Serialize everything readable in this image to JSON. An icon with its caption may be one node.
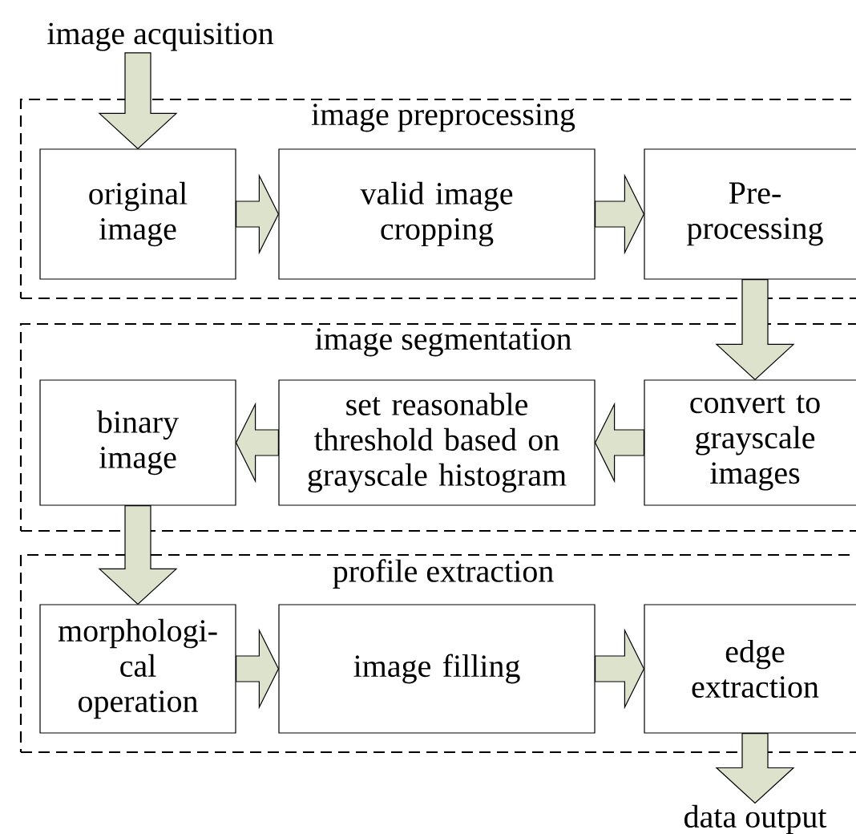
{
  "diagram": {
    "nodes": [
      {
        "text": [
          "image acquisition"
        ]
      },
      {
        "text": [
          "image preprocessing"
        ]
      },
      {
        "text": [
          "original image"
        ],
        "in": 1
      },
      {
        "text": [
          "valid image cropping"
        ],
        "in": 1
      },
      {
        "text": [
          "Pre- processing"
        ],
        "in": 1
      },
      {
        "text": [
          "image segmentation"
        ]
      },
      {
        "text": [
          "binary image"
        ],
        "in": 5
      },
      {
        "text": [
          "set reasonable threshold based on grayscale histogram"
        ],
        "in": 5
      },
      {
        "text": [
          "convert to grayscale images"
        ],
        "in": 5
      },
      {
        "text": [
          "profile extraction"
        ]
      },
      {
        "text": [
          "morphologi- cal operation"
        ],
        "in": 9
      },
      {
        "text": [
          "image filling"
        ],
        "in": 9
      },
      {
        "text": [
          "edge extraction"
        ],
        "in": 9
      },
      {
        "text": [
          "data output"
        ]
      }
    ],
    "edges": [
      {
        "from": 0,
        "to": 2,
        "arrow": "to"
      },
      {
        "from": 2,
        "to": 3,
        "arrow": "to"
      },
      {
        "from": 3,
        "to": 4,
        "arrow": "to"
      },
      {
        "from": 4,
        "to": 8,
        "arrow": "to"
      },
      {
        "from": 8,
        "to": 7,
        "arrow": "to"
      },
      {
        "from": 7,
        "to": 6,
        "arrow": "to"
      },
      {
        "from": 6,
        "to": 10,
        "arrow": "to"
      },
      {
        "from": 10,
        "to": 11,
        "arrow": "to"
      },
      {
        "from": 11,
        "to": 12,
        "arrow": "to"
      },
      {
        "from": 12,
        "to": 13,
        "arrow": "to"
      }
    ]
  }
}
